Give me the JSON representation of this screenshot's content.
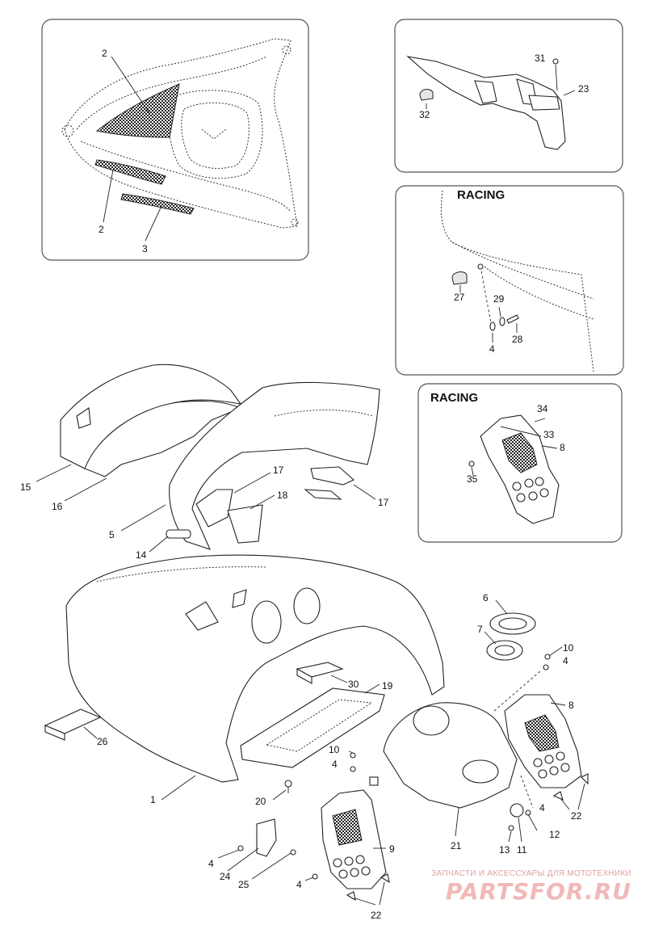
{
  "panels": {
    "racing_top": "RACING",
    "racing_bottom": "RACING"
  },
  "callouts": {
    "inset_rear": [
      "2",
      "2",
      "3"
    ],
    "inset_top_right": [
      "31",
      "23",
      "32"
    ],
    "inset_racing_top": [
      "27",
      "29",
      "4",
      "28"
    ],
    "inset_racing_bottom": [
      "34",
      "33",
      "8",
      "35"
    ],
    "main": [
      "15",
      "16",
      "5",
      "17",
      "17",
      "18",
      "14",
      "6",
      "7",
      "10",
      "4",
      "8",
      "30",
      "19",
      "26",
      "1",
      "10",
      "4",
      "20",
      "21",
      "22",
      "4",
      "12",
      "11",
      "13",
      "24",
      "25",
      "4",
      "9",
      "4",
      "22"
    ]
  },
  "watermark": {
    "tagline": "ЗАПЧАСТИ И АКСЕССУАРЫ ДЛЯ МОТОТЕХНИКИ",
    "logo": "PARTSFOR.RU"
  }
}
